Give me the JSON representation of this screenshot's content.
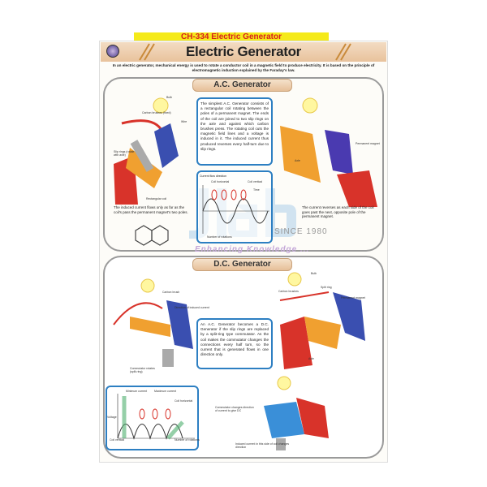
{
  "poster": {
    "strip_text": "CH-334 Electric Generator",
    "title": "Electric Generator",
    "intro": "In an electric generator, mechanical energy is used to rotate a conductor coil in a magnetic field to produce electricity. It is based on the principle of electromagnetic induction explained by the Faraday's law.",
    "ac": {
      "heading": "A.C. Generator",
      "description": "The simplest A.C. Generator consists of a rectangular coil rotating between the poles of a permanent magnet. The ends of the coil are joined to two slip rings on the axle and against which carbon brushes press. The rotating coil cuts the magnetic field lines and a voltage is induced in it. The induced current thus produced reverses every half-turn due to slip rings.",
      "graph_title": "Current flow direction",
      "graph_labels": [
        "Coil horizontal",
        "Coil vertical",
        "Time",
        "Number of rotations"
      ],
      "caption_left": "The induced current flows only as far as the coil's pass the permanent magnet's two poles.",
      "caption_right": "The current reverses as each side of the coil goes past the next, opposite pole of the permanent magnet.",
      "labels": [
        "Bulb",
        "Carbon brushes (fixed)",
        "Wire",
        "Slip rings (rotate with axle)",
        "Rectangular coil",
        "Permanent magnet",
        "Axle"
      ]
    },
    "dc": {
      "heading": "D.C. Generator",
      "description": "An A.C. Generator becomes a D.C. Generator if the slip rings are replaced by a split-ring type commutator. As the coil makes the commutator changes the connections every half turn, so the current that is generated flows in one direction only.",
      "graph_labels": [
        "Minimum current",
        "Maximum current",
        "Coil horizontal",
        "Voltage",
        "Number of rotations",
        "Coil vertical"
      ],
      "labels": [
        "Carbon brush",
        "Direction of induced current",
        "Commutator rotates (split-ring)",
        "Bulb",
        "Carbon brushes",
        "Split ring",
        "Permanent magnet",
        "Axle",
        "Commutator changes direction of current to give DC",
        "Induced current in this side of coil changes direction"
      ]
    }
  },
  "watermark": {
    "brand": "Jain Lab",
    "since": "SINCE 1980",
    "tagline": "Enhancing Knowledge ..."
  },
  "colors": {
    "strip": "#f5ea1a",
    "strip_text": "#d81e1e",
    "box_border": "#2d7fc2",
    "magnet_red": "#d8332a",
    "magnet_blue": "#3a4fb0"
  }
}
